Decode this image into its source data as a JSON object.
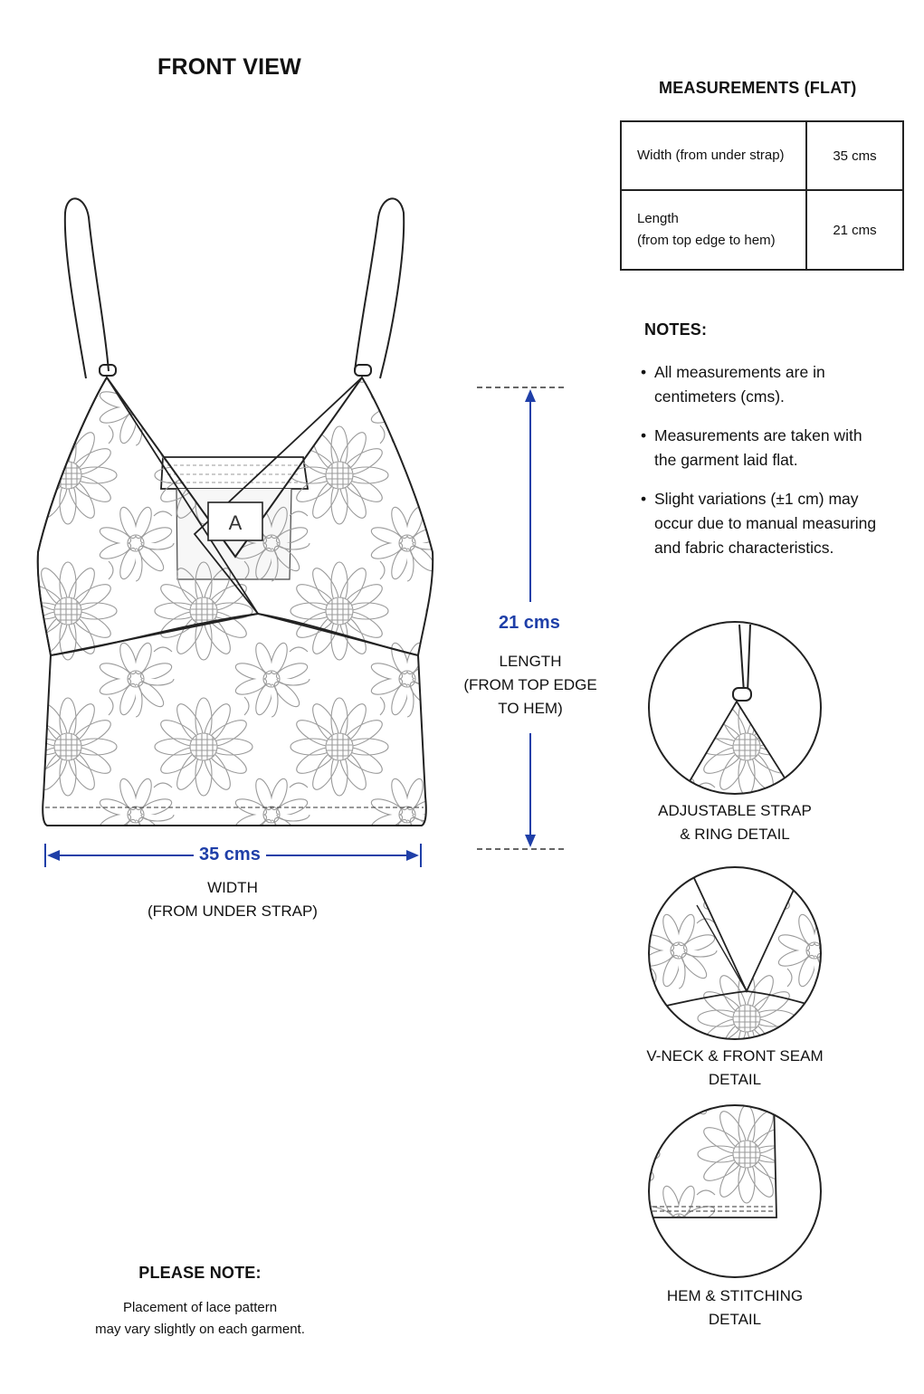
{
  "front_view_title": "FRONT VIEW",
  "measurements": {
    "title": "MEASUREMENTS (FLAT)",
    "rows": [
      {
        "label_lines": [
          "Width (from under strap)"
        ],
        "value": "35 cms"
      },
      {
        "label_lines": [
          "Length",
          "(from top edge to hem)"
        ],
        "value": "21 cms"
      }
    ]
  },
  "notes": {
    "title": "NOTES:",
    "items": [
      [
        "All measurements are in",
        "centimeters (cms)."
      ],
      [
        "Measurements are taken with",
        "the garment laid flat."
      ],
      [
        "Slight variations (±1 cm) may",
        "occur due to manual measuring",
        "and fabric characteristics."
      ]
    ]
  },
  "label_tag": "A",
  "width_dim": {
    "value": "35 cms",
    "caption_lines": [
      "WIDTH",
      "(FROM UNDER STRAP)"
    ]
  },
  "length_dim": {
    "value": "21 cms",
    "caption_lines": [
      "LENGTH",
      "(FROM TOP EDGE",
      "TO HEM)"
    ]
  },
  "details": [
    {
      "caption_lines": [
        "ADJUSTABLE STRAP",
        "& RING DETAIL"
      ]
    },
    {
      "caption_lines": [
        "V-NECK & FRONT SEAM",
        "DETAIL"
      ]
    },
    {
      "caption_lines": [
        "HEM & STITCHING",
        "DETAIL"
      ]
    }
  ],
  "please_note": {
    "title": "PLEASE NOTE:",
    "lines": [
      "Placement of lace pattern",
      "may vary slightly on each garment."
    ]
  },
  "colors": {
    "accent": "#1f3fa8",
    "line": "#222222",
    "lace": "#8a8a8a"
  }
}
